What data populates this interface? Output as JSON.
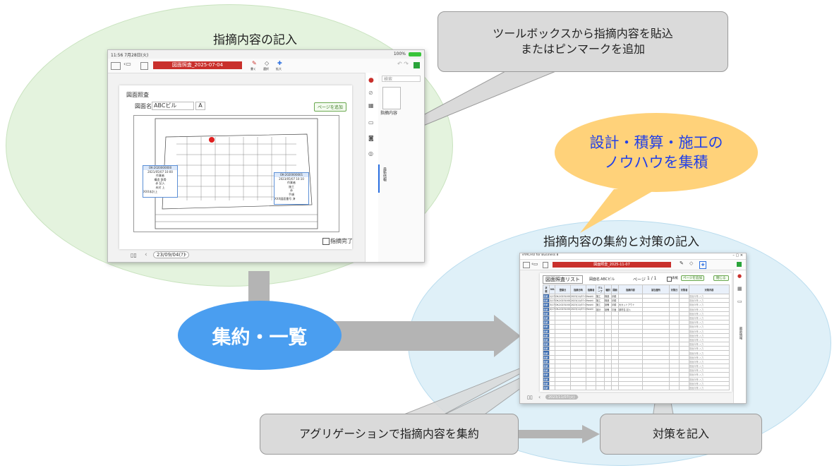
{
  "colors": {
    "green_ellipse": "#e4f3de",
    "blue_ellipse": "#dff0f8",
    "orange_bubble": "#ffd27a",
    "blue_oval": "#4a9ef0",
    "accent_red": "#c9302c",
    "callout_gray": "#dadada"
  },
  "labels": {
    "left_title": "指摘内容の記入",
    "right_title": "指摘内容の集約と対策の記入",
    "center_oval": "集約・一覧"
  },
  "callouts": {
    "toolbox_line1": "ツールボックスから指摘内容を貼込",
    "toolbox_line2": "またはピンマークを追加",
    "knowhow_line1": "設計・積算・施工の",
    "knowhow_line2": "ノウハウを集積",
    "aggregation": "アグリゲーションで指摘内容を集約",
    "countermeasure": "対策を記入"
  },
  "left_screen": {
    "status_time": "11:56  7月28日(火)",
    "status_battery": "100%",
    "doc_tab": "図面照査_2025-07-04",
    "toolbar_items": [
      "書く",
      "選択",
      "拡大"
    ],
    "search_placeholder": "検索",
    "form_title": "図面照査",
    "drawing_name_label": "図面名",
    "drawing_name_value": "ABCビル",
    "drawing_rev": "A",
    "add_page_button": "ページを追加",
    "thumbnail_label": "指摘内容",
    "side_tab": "最新情報",
    "checkbox_label": "指摘完了",
    "page_indicator": "23/09/04(?)",
    "note_left": [
      "OK-2020000000",
      "2021/05/07 10:00",
      "作業者",
      "構造 鉄骨",
      "赤 記入",
      "未対 上",
      "XXX本計上"
    ],
    "note_right": [
      "OK-2020000001",
      "2023/05/07 10:10",
      "作業者",
      "施工",
      "赤",
      "手順",
      "XXX図面番号 済"
    ]
  },
  "right_screen": {
    "title_bar": "eYACHO for Business 8",
    "doc_tab": "図面照査_2025-11-07",
    "list_title": "図面照査リスト",
    "drawing_name_label": "図面名",
    "drawing_name_value": "ABCビル",
    "page_label": "ページ",
    "page_value": "1 / 1",
    "checkbox_label": "表紙",
    "add_page_button": "ページを追加",
    "close_button": "閉じる",
    "columns": [
      "状態",
      "NO.",
      "登録日",
      "指摘日時",
      "指摘者",
      "グループ",
      "種別",
      "図面",
      "指摘内容",
      "該当箇所",
      "対策日",
      "対策者",
      "対策内容"
    ],
    "rows": [
      [
        "未解",
        "1/17",
        "OK-2023100001",
        "2023/11/07 09:13",
        "Hoshii",
        "施工",
        "構造",
        "手順",
        "",
        "",
        "",
        "",
        "図面対策 入力"
      ],
      [
        "未解",
        "2/17",
        "OK-2023100002",
        "2023/11/07 09:15",
        "Hoshii",
        "施工",
        "構造",
        "手順",
        "",
        "",
        "",
        "",
        "図面対策 入力"
      ],
      [
        "未解",
        "3/17",
        "OK-2023100003",
        "2023/11/07 09:20",
        "Hoshii",
        "施工",
        "設備",
        "手順",
        "大カットアウト",
        "",
        "",
        "",
        "図面対策 入力"
      ],
      [
        "未解",
        "4/17",
        "OK-2023100004",
        "2023/11/07 09:21",
        "Hoshii",
        "設計",
        "設備",
        "平面",
        "部材名 記入",
        "",
        "",
        "",
        "図面対策 入力"
      ]
    ],
    "empty_row_tag": "未解",
    "empty_row_fill": "図面対策 入力",
    "side_tab": "最新情報",
    "page_indicator": "2023/11/07(火)"
  }
}
